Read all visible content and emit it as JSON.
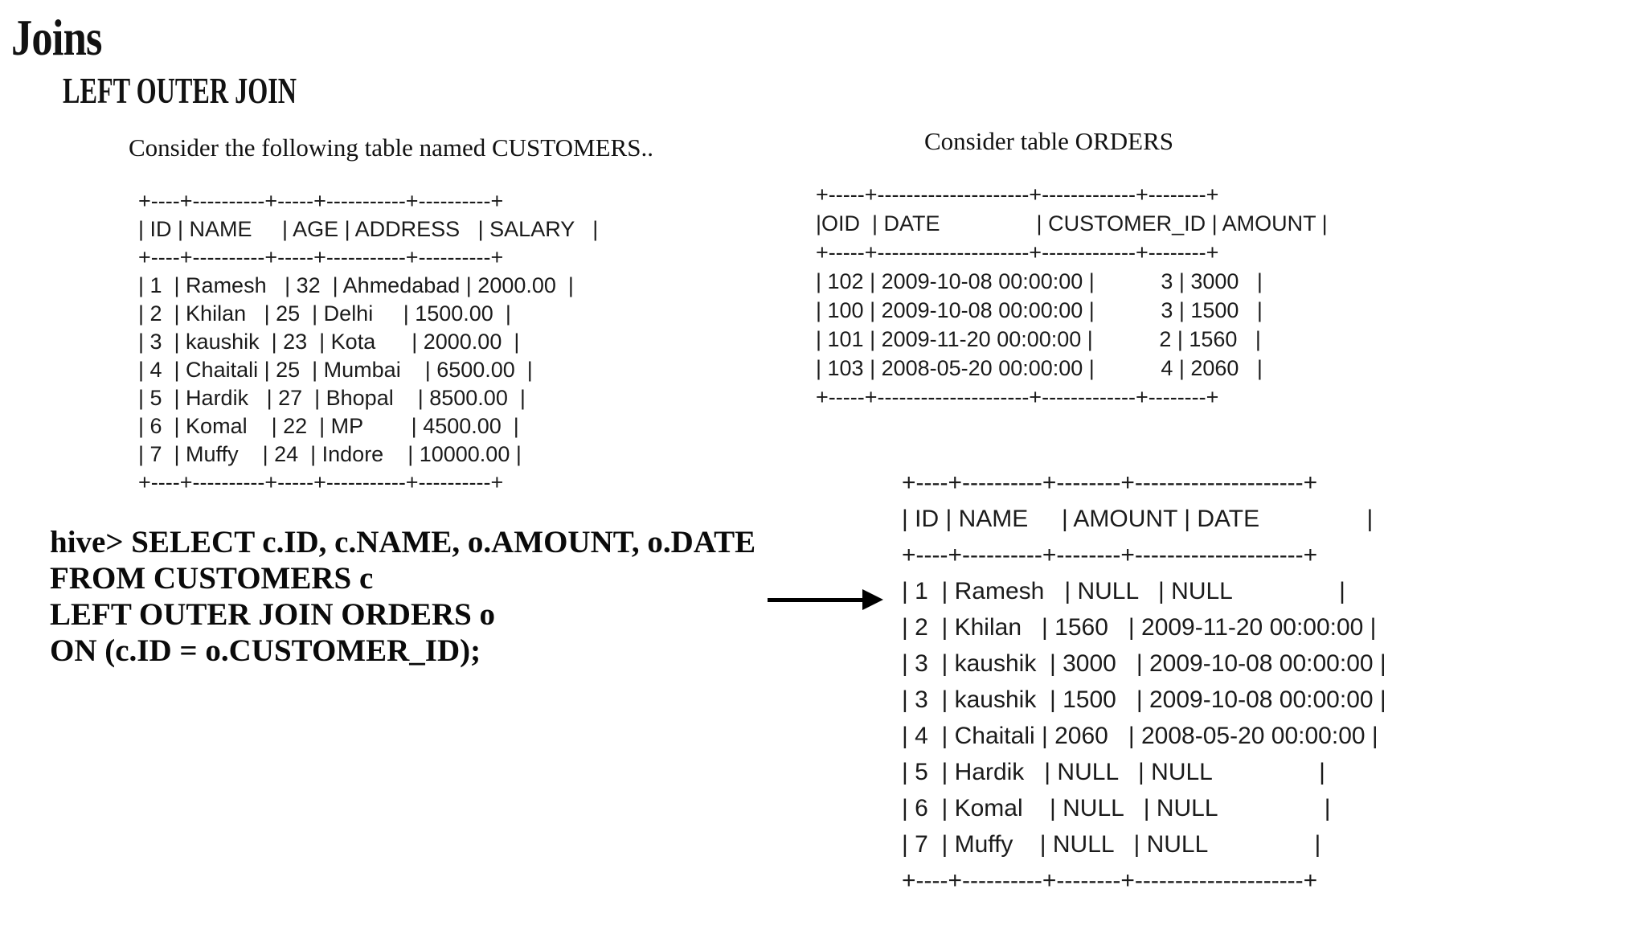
{
  "page": {
    "title": "Joins",
    "subtitle": "LEFT OUTER JOIN"
  },
  "colors": {
    "background": "#ffffff",
    "text": "#121212",
    "arrow": "#000000"
  },
  "icons": {
    "result_arrow": "right-arrow"
  },
  "customers": {
    "caption": "Consider the following table named CUSTOMERS..",
    "columns": [
      "ID",
      "NAME",
      "AGE",
      "ADDRESS",
      "SALARY"
    ],
    "rows": [
      [
        "1",
        "Ramesh",
        "32",
        "Ahmedabad",
        "2000.00"
      ],
      [
        "2",
        "Khilan",
        "25",
        "Delhi",
        "1500.00"
      ],
      [
        "3",
        "kaushik",
        "23",
        "Kota",
        "2000.00"
      ],
      [
        "4",
        "Chaitali",
        "25",
        "Mumbai",
        "6500.00"
      ],
      [
        "5",
        "Hardik",
        "27",
        "Bhopal",
        "8500.00"
      ],
      [
        "6",
        "Komal",
        "22",
        "MP",
        "4500.00"
      ],
      [
        "7",
        "Muffy",
        "24",
        "Indore",
        "10000.00"
      ]
    ],
    "ascii": [
      "+----+----------+-----+-----------+----------+",
      "| ID | NAME     | AGE | ADDRESS   | SALARY   |",
      "+----+----------+-----+-----------+----------+",
      "| 1  | Ramesh   | 32  | Ahmedabad | 2000.00  |",
      "| 2  | Khilan   | 25  | Delhi     | 1500.00  |",
      "| 3  | kaushik  | 23  | Kota      | 2000.00  |",
      "| 4  | Chaitali | 25  | Mumbai    | 6500.00  |",
      "| 5  | Hardik   | 27  | Bhopal    | 8500.00  |",
      "| 6  | Komal    | 22  | MP        | 4500.00  |",
      "| 7  | Muffy    | 24  | Indore    | 10000.00 |",
      "+----+----------+-----+-----------+----------+"
    ]
  },
  "orders": {
    "caption": "Consider table ORDERS",
    "columns": [
      "OID",
      "DATE",
      "CUSTOMER_ID",
      "AMOUNT"
    ],
    "rows": [
      [
        "102",
        "2009-10-08 00:00:00",
        "3",
        "3000"
      ],
      [
        "100",
        "2009-10-08 00:00:00",
        "3",
        "1500"
      ],
      [
        "101",
        "2009-11-20 00:00:00",
        "2",
        "1560"
      ],
      [
        "103",
        "2008-05-20 00:00:00",
        "4",
        "2060"
      ]
    ],
    "ascii": [
      "+-----+---------------------+-------------+--------+",
      "|OID  | DATE                | CUSTOMER_ID | AMOUNT |",
      "+-----+---------------------+-------------+--------+",
      "| 102 | 2009-10-08 00:00:00 |           3 | 3000   |",
      "| 100 | 2009-10-08 00:00:00 |           3 | 1500   |",
      "| 101 | 2009-11-20 00:00:00 |           2 | 1560   |",
      "| 103 | 2008-05-20 00:00:00 |           4 | 2060   |",
      "+-----+---------------------+-------------+--------+"
    ]
  },
  "query": {
    "lines": [
      "hive> SELECT c.ID, c.NAME, o.AMOUNT, o.DATE",
      "FROM CUSTOMERS c",
      "LEFT OUTER JOIN ORDERS o",
      "ON (c.ID = o.CUSTOMER_ID);"
    ]
  },
  "result": {
    "columns": [
      "ID",
      "NAME",
      "AMOUNT",
      "DATE"
    ],
    "rows": [
      [
        "1",
        "Ramesh",
        "NULL",
        "NULL"
      ],
      [
        "2",
        "Khilan",
        "1560",
        "2009-11-20 00:00:00"
      ],
      [
        "3",
        "kaushik",
        "3000",
        "2009-10-08 00:00:00"
      ],
      [
        "3",
        "kaushik",
        "1500",
        "2009-10-08 00:00:00"
      ],
      [
        "4",
        "Chaitali",
        "2060",
        "2008-05-20 00:00:00"
      ],
      [
        "5",
        "Hardik",
        "NULL",
        "NULL"
      ],
      [
        "6",
        "Komal",
        "NULL",
        "NULL"
      ],
      [
        "7",
        "Muffy",
        "NULL",
        "NULL"
      ]
    ],
    "ascii": [
      "+----+----------+--------+---------------------+",
      "| ID | NAME     | AMOUNT | DATE                |",
      "+----+----------+--------+---------------------+",
      "| 1  | Ramesh   | NULL   | NULL                |",
      "| 2  | Khilan   | 1560   | 2009-11-20 00:00:00 |",
      "| 3  | kaushik  | 3000   | 2009-10-08 00:00:00 |",
      "| 3  | kaushik  | 1500   | 2009-10-08 00:00:00 |",
      "| 4  | Chaitali | 2060   | 2008-05-20 00:00:00 |",
      "| 5  | Hardik   | NULL   | NULL                |",
      "| 6  | Komal    | NULL   | NULL                |",
      "| 7  | Muffy    | NULL   | NULL                |",
      "+----+----------+--------+---------------------+"
    ]
  }
}
